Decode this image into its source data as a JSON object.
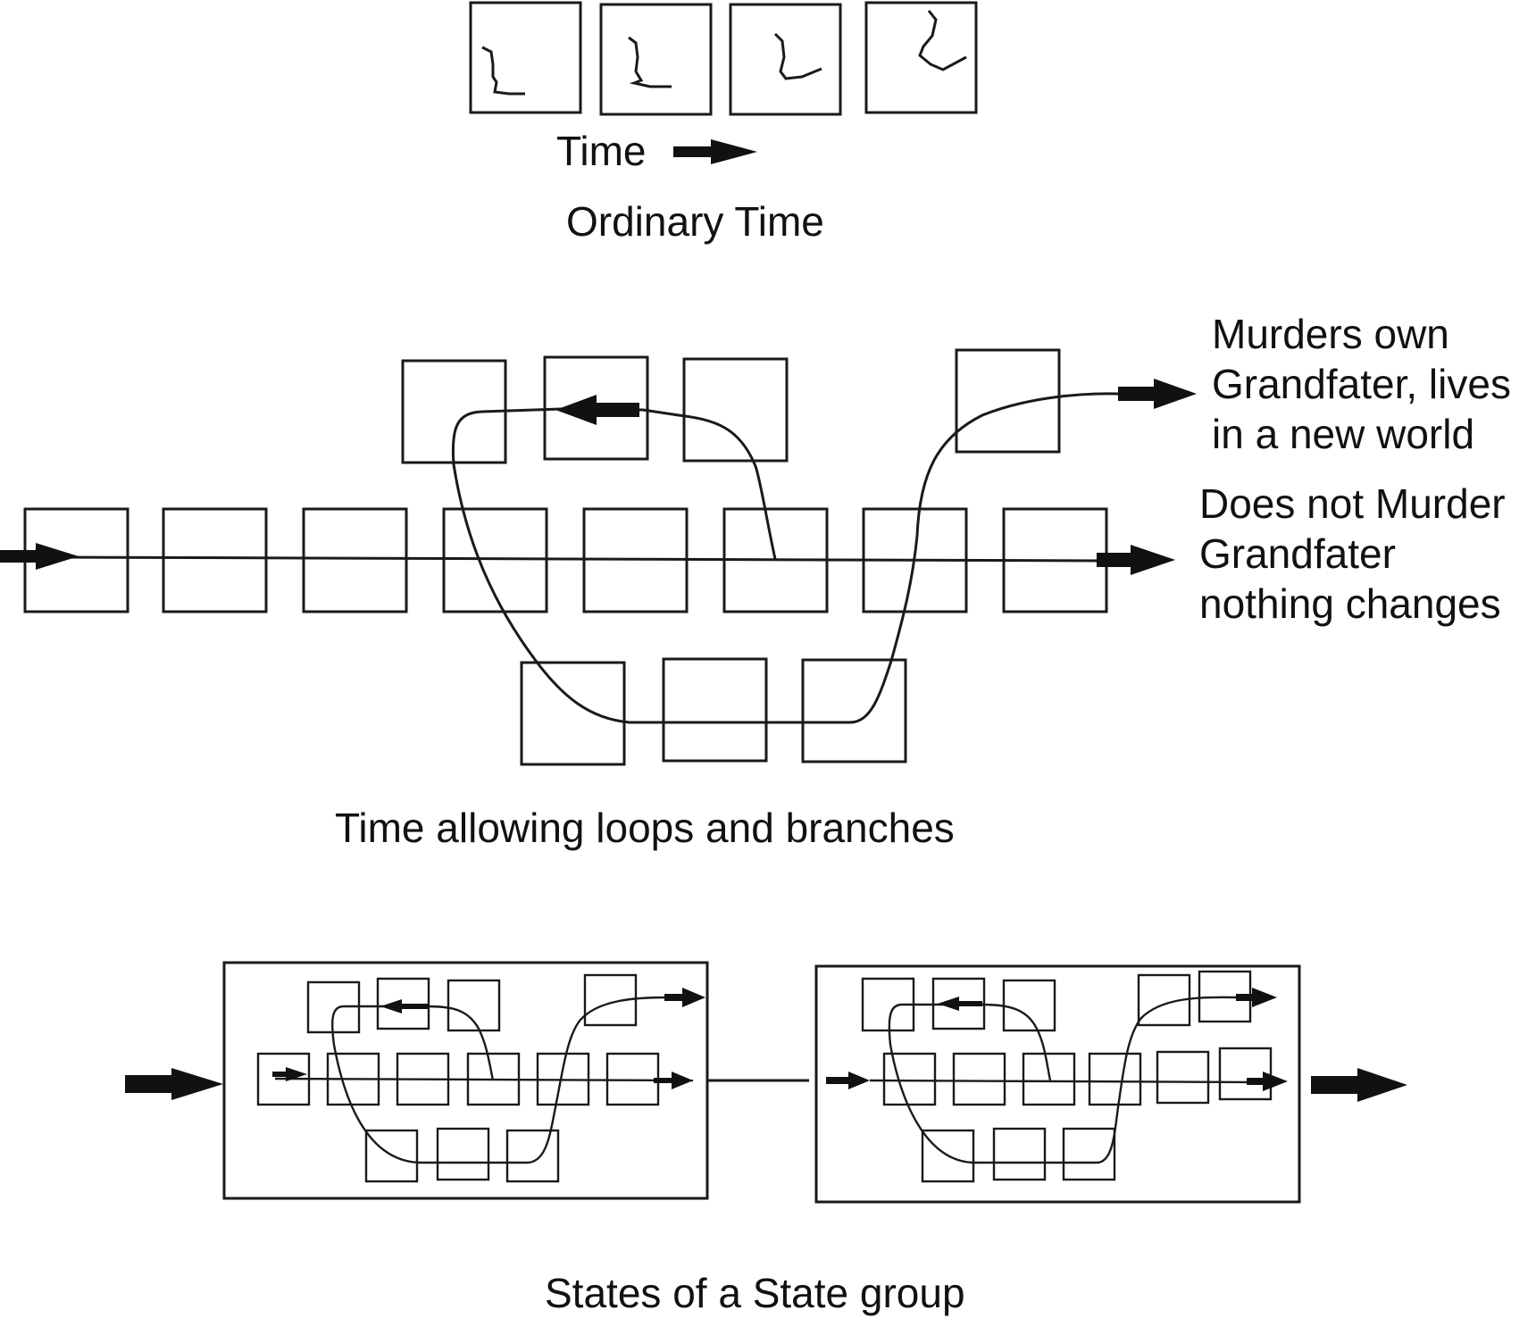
{
  "ordinary": {
    "time_label": "Time",
    "caption": "Ordinary Time"
  },
  "loops": {
    "outcome_murder": [
      "Murders own",
      "Grandfater, lives",
      "in a new world"
    ],
    "outcome_no_murder": [
      "Does not Murder",
      "Grandfater",
      "nothing changes"
    ],
    "caption": "Time allowing loops and branches"
  },
  "group": {
    "caption": "States of a State group"
  }
}
